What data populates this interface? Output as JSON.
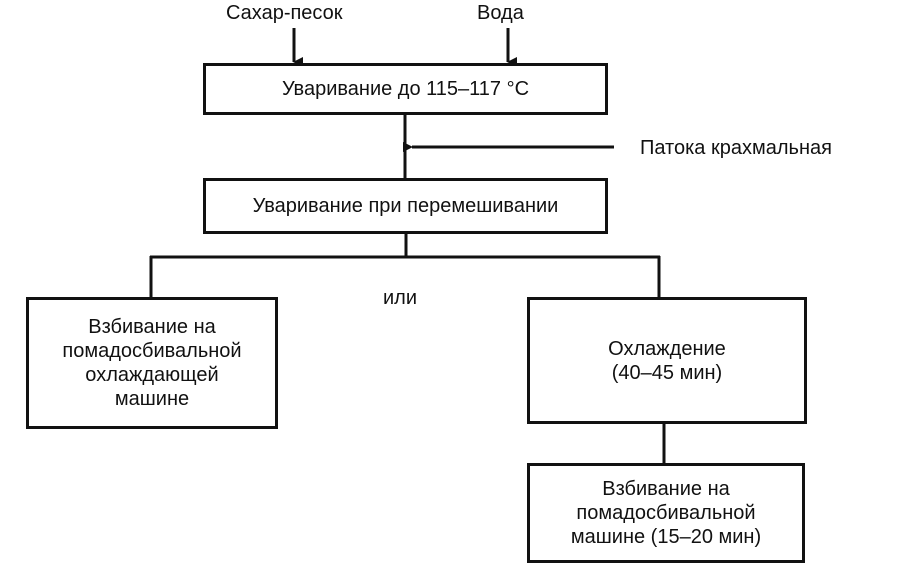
{
  "inputs": {
    "sugar": "Сахар-песок",
    "water": "Вода",
    "syrup": "Патока крахмальная"
  },
  "steps": {
    "boil": "Уваривание до 115–117 °С",
    "boil_mix": "Уваривание при перемешивании",
    "or": "или",
    "whip_cool": {
      "lines": [
        "Взбивание на",
        "помадосбивальной",
        "охлаждающей",
        "машине"
      ]
    },
    "cooling": {
      "lines": [
        "Охлаждение",
        "(40–45 мин)"
      ]
    },
    "whip": {
      "lines": [
        "Взбивание на",
        "помадосбивальной",
        "машине (15–20 мин)"
      ]
    }
  }
}
